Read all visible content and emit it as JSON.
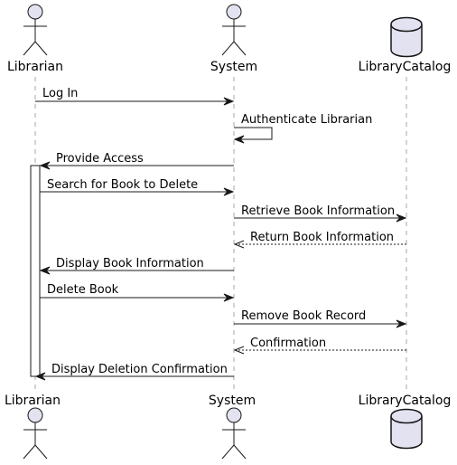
{
  "participants": [
    {
      "id": "librarian",
      "name": "Librarian",
      "kind": "actor"
    },
    {
      "id": "system",
      "name": "System",
      "kind": "actor"
    },
    {
      "id": "catalog",
      "name": "LibraryCatalog",
      "kind": "database"
    }
  ],
  "messages": [
    {
      "from": "librarian",
      "to": "system",
      "label": "Log In",
      "style": "solid"
    },
    {
      "from": "system",
      "to": "system",
      "label": "Authenticate Librarian",
      "style": "solid"
    },
    {
      "from": "system",
      "to": "librarian",
      "label": "Provide Access",
      "style": "solid"
    },
    {
      "from": "librarian",
      "to": "system",
      "label": "Search for Book to Delete",
      "style": "solid"
    },
    {
      "from": "system",
      "to": "catalog",
      "label": "Retrieve Book Information",
      "style": "solid"
    },
    {
      "from": "catalog",
      "to": "system",
      "label": "Return Book Information",
      "style": "dashed"
    },
    {
      "from": "system",
      "to": "librarian",
      "label": "Display Book Information",
      "style": "solid"
    },
    {
      "from": "librarian",
      "to": "system",
      "label": "Delete Book",
      "style": "solid"
    },
    {
      "from": "system",
      "to": "catalog",
      "label": "Remove Book Record",
      "style": "solid"
    },
    {
      "from": "catalog",
      "to": "system",
      "label": "Confirmation",
      "style": "dashed"
    },
    {
      "from": "system",
      "to": "librarian",
      "label": "Display Deletion Confirmation",
      "style": "solid"
    }
  ],
  "colors": {
    "participant_fill": "#e2e2f0",
    "line": "#181818",
    "lifeline": "#a7a7a7"
  }
}
